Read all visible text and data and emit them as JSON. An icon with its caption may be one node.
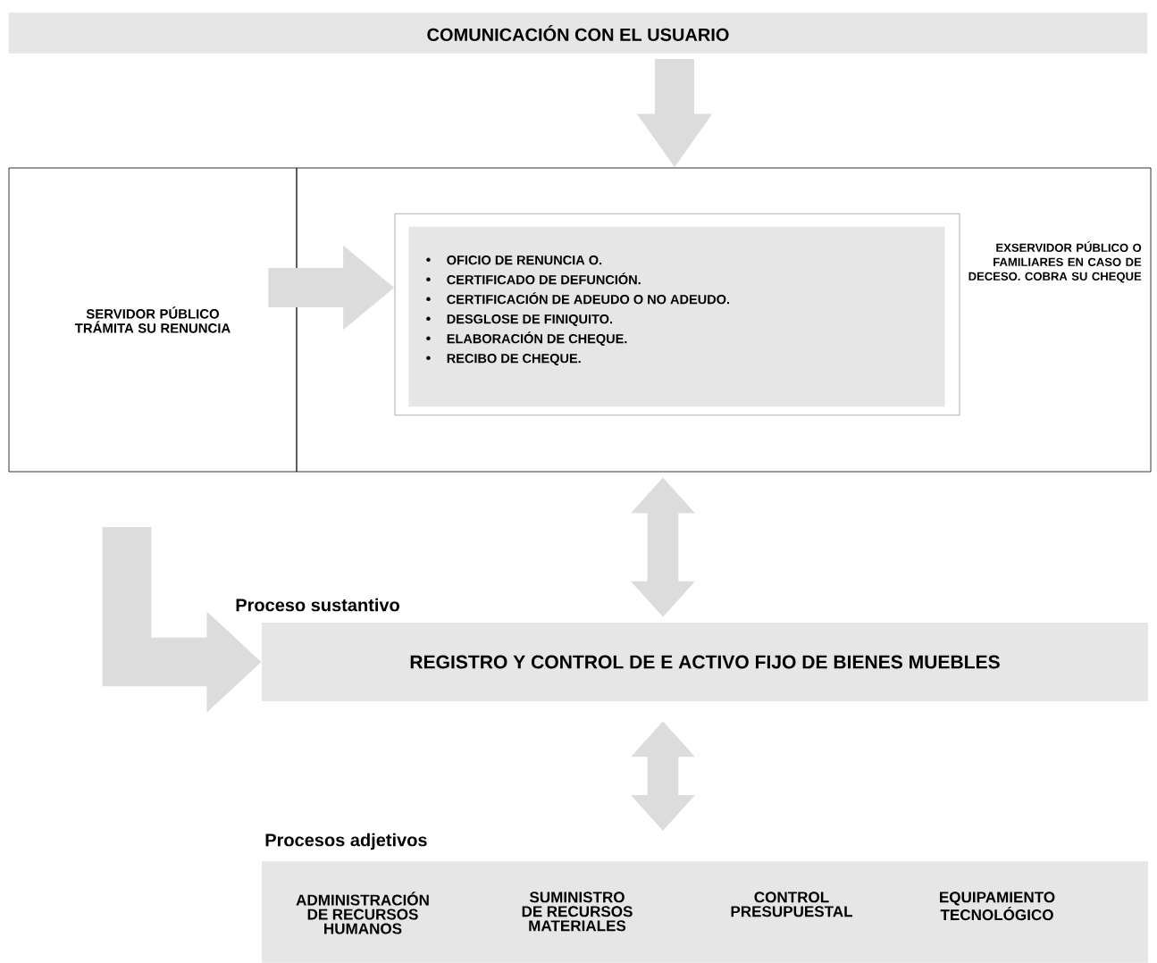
{
  "diagram": {
    "nodes": [
      {
        "text": [
          "COMUNICACIÓN CON EL USUARIO"
        ]
      },
      {
        "text": [
          "SERVIDOR PÚBLICO TRÁMITA SU RENUNCIA"
        ]
      },
      {
        "text": [
          "EXSERVIDOR PÚBLICO O FAMILIARES EN CASO DE DECESO. COBRA SU CHEQUE"
        ]
      },
      {
        "text": [
          "OFICIO DE RENUNCIA O.",
          "CERTIFICADO DE DEFUNCIÓN.",
          "CERTIFICACIÓN DE ADEUDO O NO ADEUDO.",
          "DESGLOSE DE FINIQUITO.",
          "ELABORACIÓN DE CHEQUE.",
          "RECIBO DE CHEQUE."
        ],
        "in": 2
      },
      {
        "text": [
          "Proceso sustantivo",
          "REGISTRO Y CONTROL DE E ACTIVO FIJO DE BIENES MUEBLES"
        ]
      },
      {
        "text": [
          "Procesos adjetivos",
          "ADMINISTRACIÓN DE RECURSOS HUMANOS",
          "SUMINISTRO DE RECURSOS MATERIALES",
          "CONTROL PRESUPUESTAL",
          "EQUIPAMIENTO TECNOLÓGICO"
        ]
      }
    ],
    "edges": [
      {
        "from": 0,
        "to": 2,
        "arrow": "to"
      },
      {
        "from": 1,
        "to": 3,
        "arrow": "to"
      },
      {
        "from": 2,
        "to": 4,
        "arrow": "both"
      },
      {
        "from": 4,
        "to": 5,
        "arrow": "both"
      },
      {
        "from": null,
        "to": 4,
        "arrow": "to"
      }
    ]
  }
}
